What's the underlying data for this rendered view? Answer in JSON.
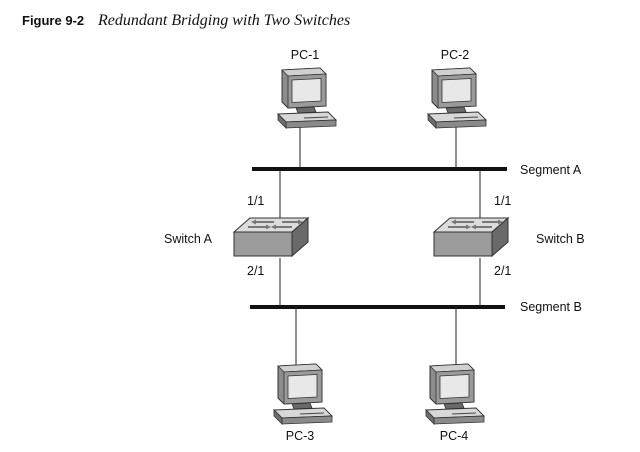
{
  "figure": {
    "number": "Figure 9-2",
    "title": "Redundant Bridging with Two Switches"
  },
  "pcs": [
    {
      "id": "pc1",
      "label": "PC-1"
    },
    {
      "id": "pc2",
      "label": "PC-2"
    },
    {
      "id": "pc3",
      "label": "PC-3"
    },
    {
      "id": "pc4",
      "label": "PC-4"
    }
  ],
  "segments": [
    {
      "id": "seg-a",
      "label": "Segment A"
    },
    {
      "id": "seg-b",
      "label": "Segment B"
    }
  ],
  "switches": [
    {
      "id": "sw-a",
      "label": "Switch A",
      "port_top": "1/1",
      "port_bottom": "2/1"
    },
    {
      "id": "sw-b",
      "label": "Switch B",
      "port_top": "1/1",
      "port_bottom": "2/1"
    }
  ],
  "colors": {
    "bus": "#111111",
    "line": "#222222",
    "device_light": "#e2e2e2",
    "device_mid": "#a8a8a8",
    "device_dark": "#5a5a5a"
  }
}
